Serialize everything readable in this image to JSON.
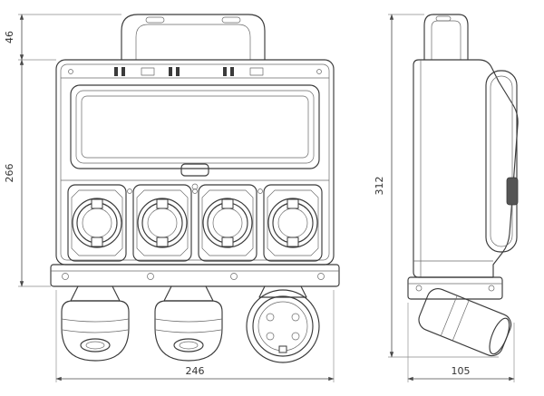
{
  "drawing": {
    "subject": "technical drawing of a portable socket distribution box, front and side views",
    "background": "#ffffff",
    "line_color": "#3a3a3a",
    "dim_color": "#4a4a4a",
    "dimensions": {
      "handle_height": "46",
      "body_height": "266",
      "total_height": "312",
      "body_width": "246",
      "depth": "105"
    }
  }
}
